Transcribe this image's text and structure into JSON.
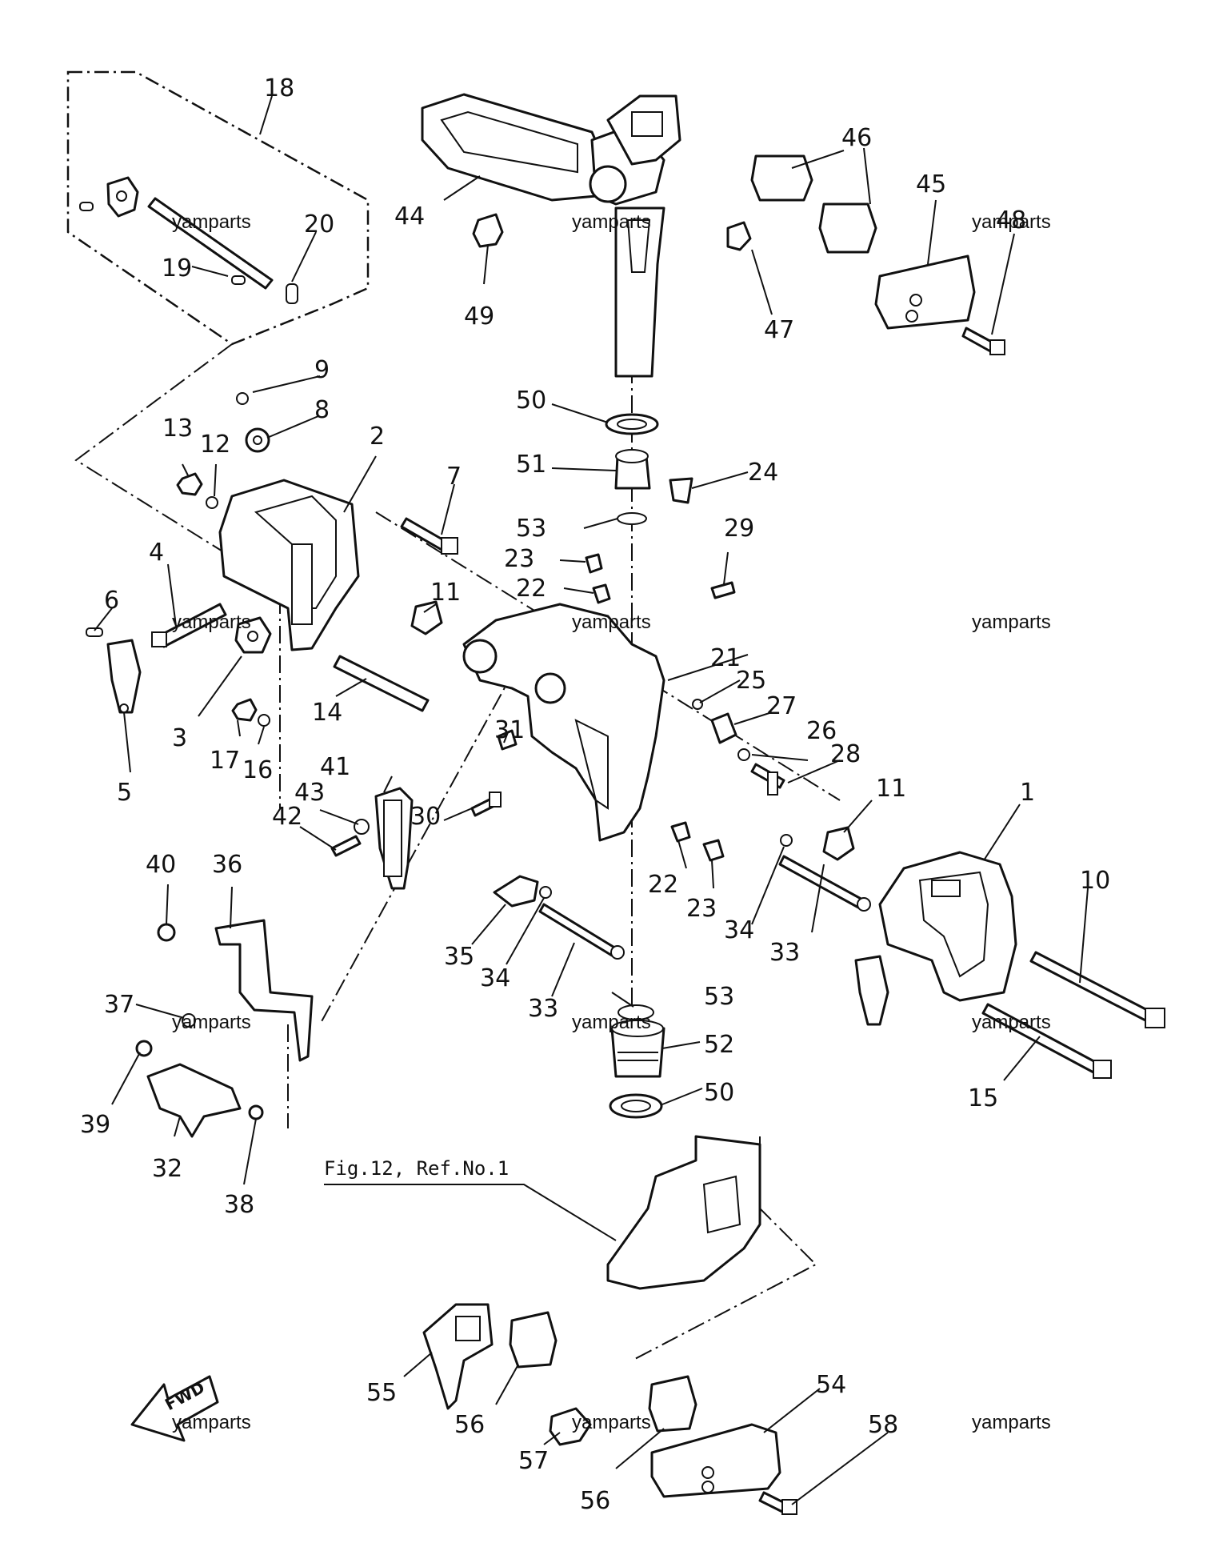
{
  "callouts": {
    "c1": "1",
    "c2": "2",
    "c3": "3",
    "c4": "4",
    "c5": "5",
    "c6": "6",
    "c7": "7",
    "c8": "8",
    "c9": "9",
    "c10": "10",
    "c11a": "11",
    "c11b": "11",
    "c12": "12",
    "c13": "13",
    "c14": "14",
    "c15": "15",
    "c16": "16",
    "c17": "17",
    "c18": "18",
    "c19": "19",
    "c20": "20",
    "c21": "21",
    "c22a": "22",
    "c22b": "22",
    "c23a": "23",
    "c23b": "23",
    "c24": "24",
    "c25": "25",
    "c26": "26",
    "c27": "27",
    "c28": "28",
    "c29": "29",
    "c30": "30",
    "c31": "31",
    "c32": "32",
    "c33a": "33",
    "c33b": "33",
    "c34a": "34",
    "c34b": "34",
    "c35": "35",
    "c36": "36",
    "c37": "37",
    "c38": "38",
    "c39": "39",
    "c40": "40",
    "c41": "41",
    "c42": "42",
    "c43": "43",
    "c44": "44",
    "c45": "45",
    "c46": "46",
    "c47": "47",
    "c48": "48",
    "c49": "49",
    "c50a": "50",
    "c50b": "50",
    "c51": "51",
    "c52": "52",
    "c53a": "53",
    "c53b": "53",
    "c54": "54",
    "c55": "55",
    "c56a": "56",
    "c56b": "56",
    "c57": "57",
    "c58": "58"
  },
  "caption": "Fig.12, Ref.No.1",
  "fwd_label": "FWD",
  "watermark": "yamparts",
  "icons": [
    "fwd-arrow-icon"
  ]
}
